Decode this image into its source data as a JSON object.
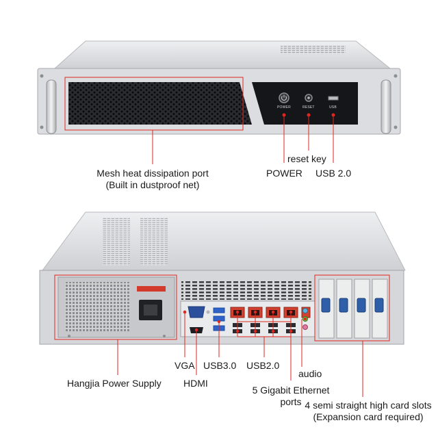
{
  "front_panel": {
    "buttons": {
      "power": "POWER",
      "reset": "RESET",
      "usb": "USB"
    },
    "callouts": {
      "mesh_line1": "Mesh heat dissipation port",
      "mesh_line2": "(Built in dustproof net)",
      "reset_key": "reset key",
      "power": "POWER",
      "usb2": "USB 2.0"
    }
  },
  "rear_panel": {
    "callouts": {
      "vga": "VGA",
      "hdmi": "HDMI",
      "usb3": "USB3.0",
      "usb2": "USB2.0",
      "audio": "audio",
      "power_supply": "Hangjia Power Supply",
      "ethernet_line1": "5 Gigabit Ethernet",
      "ethernet_line2": "ports",
      "slots_line1": "4 semi straight high card slots",
      "slots_line2": "(Expansion card required)"
    }
  },
  "colors": {
    "callout_red": "#e0261f",
    "chassis_silver": "#d9dadc",
    "panel_black": "#15161a",
    "ethernet_red": "#d2402f",
    "usb_blue": "#2f63c9",
    "vga_blue": "#2c4f9b"
  }
}
